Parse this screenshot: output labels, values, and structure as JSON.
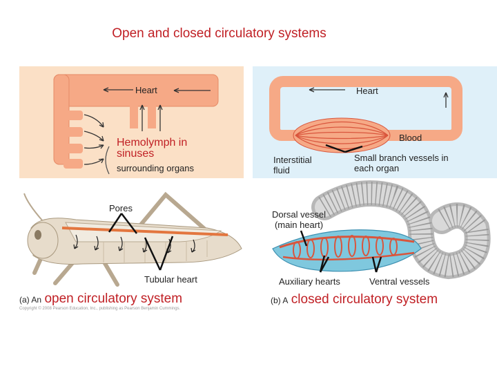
{
  "title": "Open and closed circulatory systems",
  "open_system": {
    "heart_label": "Heart",
    "hemolymph_label": "Hemolymph in sinuses",
    "surrounding_label": "surrounding organs",
    "pores_label": "Pores",
    "tubular_heart_label": "Tubular heart",
    "caption_prefix": "(a) An",
    "caption_main": "open circulatory system",
    "copyright": "Copyright © 2008 Pearson Education, Inc., publishing as Pearson Benjamin Cummings."
  },
  "closed_system": {
    "heart_label": "Heart",
    "blood_label": "Blood",
    "interstitial_label": "Interstitial fluid",
    "small_branch_label": "Small branch vessels in each organ",
    "dorsal_vessel_label": "Dorsal vessel (main heart)",
    "auxiliary_hearts_label": "Auxiliary hearts",
    "ventral_vessels_label": "Ventral vessels",
    "caption_prefix": "(b) A",
    "caption_main": "closed circulatory system"
  },
  "colors": {
    "title_red": "#c01f24",
    "vessel_fill": "#f6a986",
    "vessel_stroke": "#d9553c",
    "left_panel_bg": "#fbe0c6",
    "right_panel_bg": "#dff0f9"
  }
}
